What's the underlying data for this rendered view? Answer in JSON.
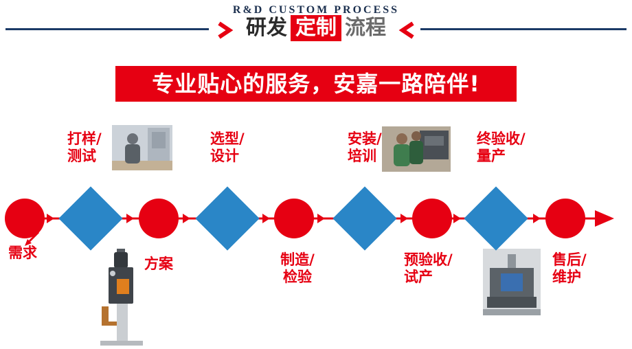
{
  "header": {
    "title_en": "R&D CUSTOM PROCESS",
    "title_prefix": "研发",
    "title_highlight": "定制",
    "title_suffix": "流程"
  },
  "banner": {
    "text": "专业贴心的服务，安嘉一路陪伴!"
  },
  "flow": {
    "steps": [
      {
        "shape": "circle",
        "label_position": "below",
        "lines": [
          "需求"
        ]
      },
      {
        "shape": "diamond",
        "label_position": "above",
        "lines": [
          "打样/",
          "测试"
        ]
      },
      {
        "shape": "circle",
        "label_position": "below",
        "lines": [
          "方案"
        ]
      },
      {
        "shape": "diamond",
        "label_position": "above",
        "lines": [
          "选型/",
          "设计"
        ]
      },
      {
        "shape": "circle",
        "label_position": "below",
        "lines": [
          "制造/",
          "检验"
        ]
      },
      {
        "shape": "diamond",
        "label_position": "above",
        "lines": [
          "安装/",
          "培训"
        ]
      },
      {
        "shape": "circle",
        "label_position": "below",
        "lines": [
          "预验收/",
          "试产"
        ]
      },
      {
        "shape": "diamond",
        "label_position": "above",
        "lines": [
          "终验收/",
          "量产"
        ]
      },
      {
        "shape": "circle",
        "label_position": "below",
        "lines": [
          "售后/",
          "维护"
        ]
      }
    ],
    "images": [
      {
        "name": "sample-testing-photo"
      },
      {
        "name": "welding-machine-photo"
      },
      {
        "name": "installation-training-photo"
      },
      {
        "name": "acceptance-machine-photo"
      }
    ]
  },
  "colors": {
    "red": "#e60012",
    "blue": "#2a86c7",
    "navy": "#1b3a66"
  }
}
